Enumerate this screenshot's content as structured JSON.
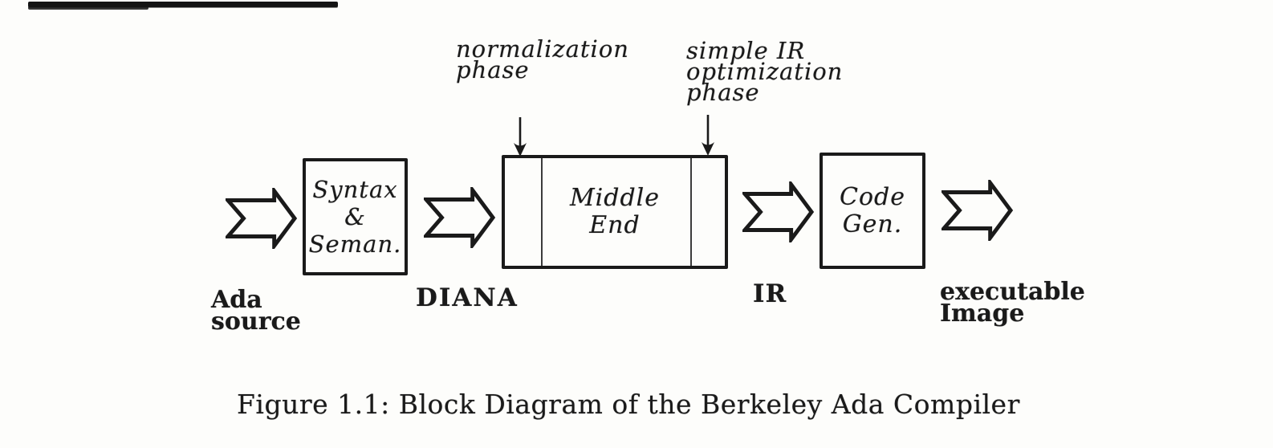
{
  "page": {
    "background_color": "#fdfdfb",
    "ink_color": "#1a1a1a"
  },
  "diagram": {
    "phase_annotations": [
      {
        "lines": {
          "l1": "normalization",
          "l2": "phase"
        }
      },
      {
        "lines": {
          "l1": "simple IR",
          "l2": "optimization",
          "l3": "phase"
        }
      }
    ],
    "stages": [
      {
        "lines": {
          "l1": "Syntax",
          "l2": "&",
          "l3": "Seman."
        }
      },
      {
        "lines": {
          "l1": "Middle",
          "l2": "End"
        }
      },
      {
        "lines": {
          "l1": "Code",
          "l2": "Gen."
        }
      }
    ],
    "data_labels": [
      {
        "lines": {
          "l1": "Ada",
          "l2": "source"
        }
      },
      {
        "lines": {
          "l1": "DIANA"
        }
      },
      {
        "lines": {
          "l1": "IR"
        }
      },
      {
        "lines": {
          "l1": "executable",
          "l2": "Image"
        }
      }
    ]
  },
  "caption": "Figure 1.1: Block Diagram of the Berkeley Ada Compiler"
}
